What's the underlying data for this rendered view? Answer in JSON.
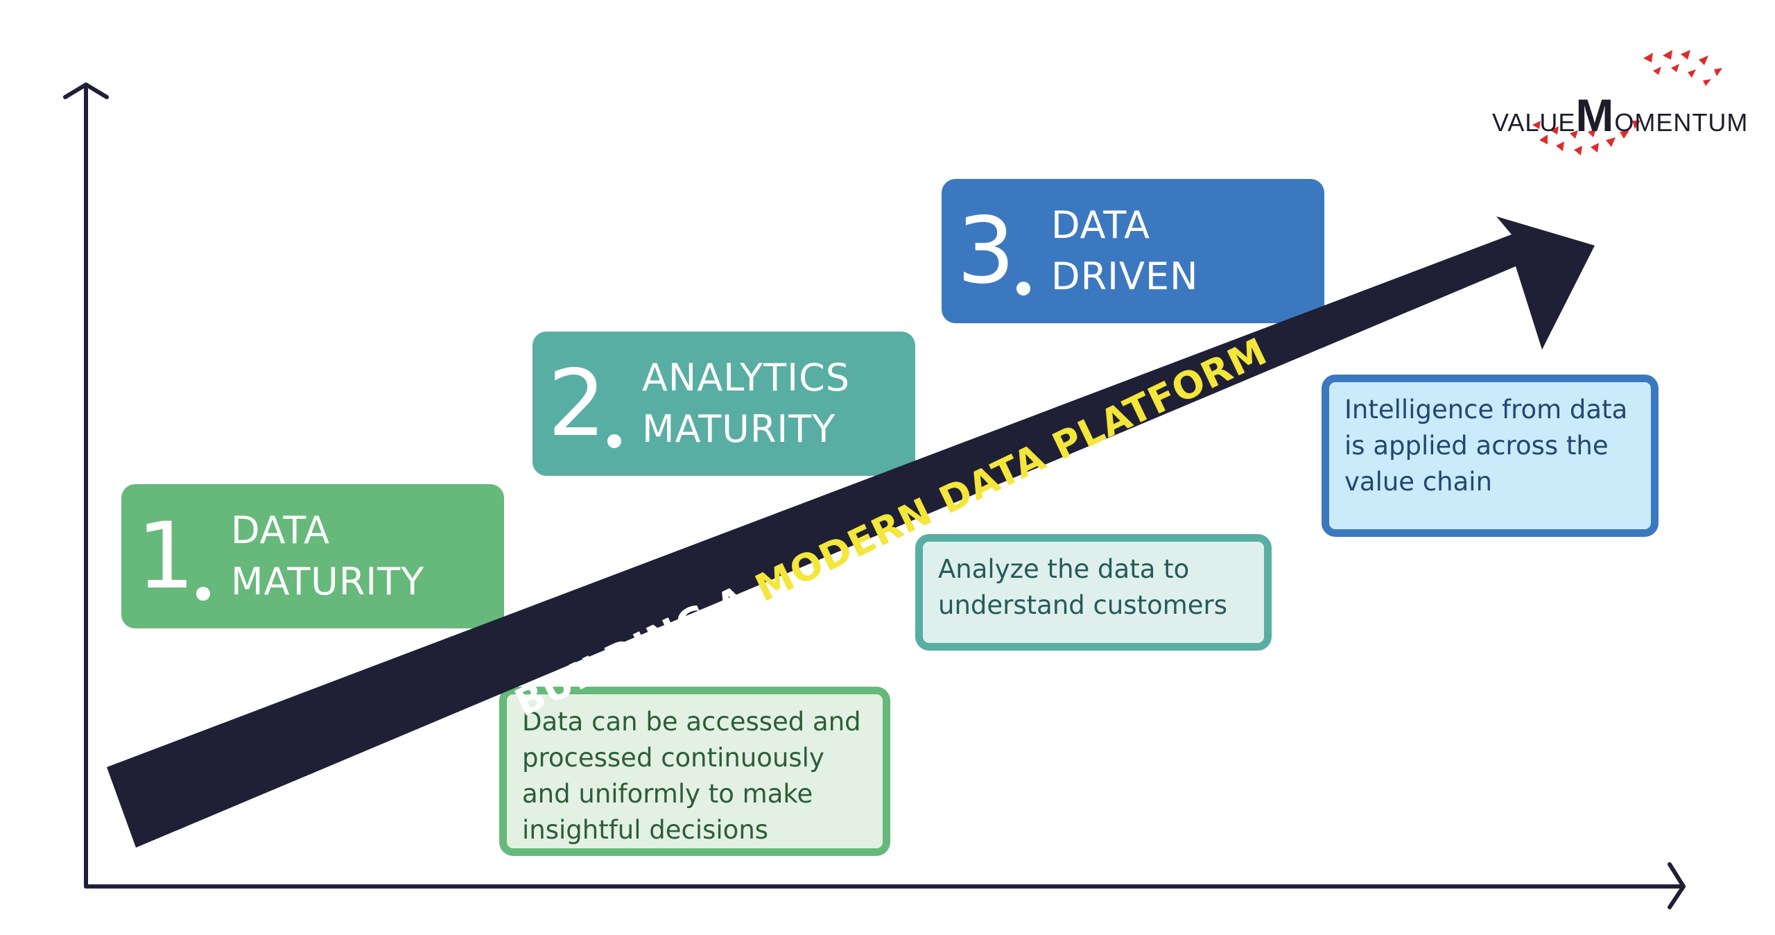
{
  "stages": [
    {
      "number": "1",
      "line1": "DATA",
      "line2": "MATURITY",
      "color": "#66b97a"
    },
    {
      "number": "2",
      "line1": "ANALYTICS",
      "line2": "MATURITY",
      "color": "#58aea3"
    },
    {
      "number": "3",
      "line1": "DATA",
      "line2": "DRIVEN",
      "color": "#3c78c0"
    }
  ],
  "descriptions": [
    {
      "lines": [
        "Data can be accessed and",
        "processed continuously",
        "and uniformly to make",
        "insightful decisions"
      ]
    },
    {
      "lines": [
        "Analyze the data to",
        "understand customers"
      ]
    },
    {
      "lines": [
        "Intelligence from data",
        "is applied across the",
        "value chain"
      ]
    }
  ],
  "banner": {
    "prefix": "BUILDING A ",
    "highlight": "MODERN DATA PLATFORM",
    "arrow_color": "#1f1f35",
    "highlight_color": "#f4e63a"
  },
  "logo": {
    "part1": "VALUE",
    "big": "M",
    "part2": "OMENTUM",
    "accent_color": "#e02a2a"
  },
  "axis_color": "#1f1f35"
}
